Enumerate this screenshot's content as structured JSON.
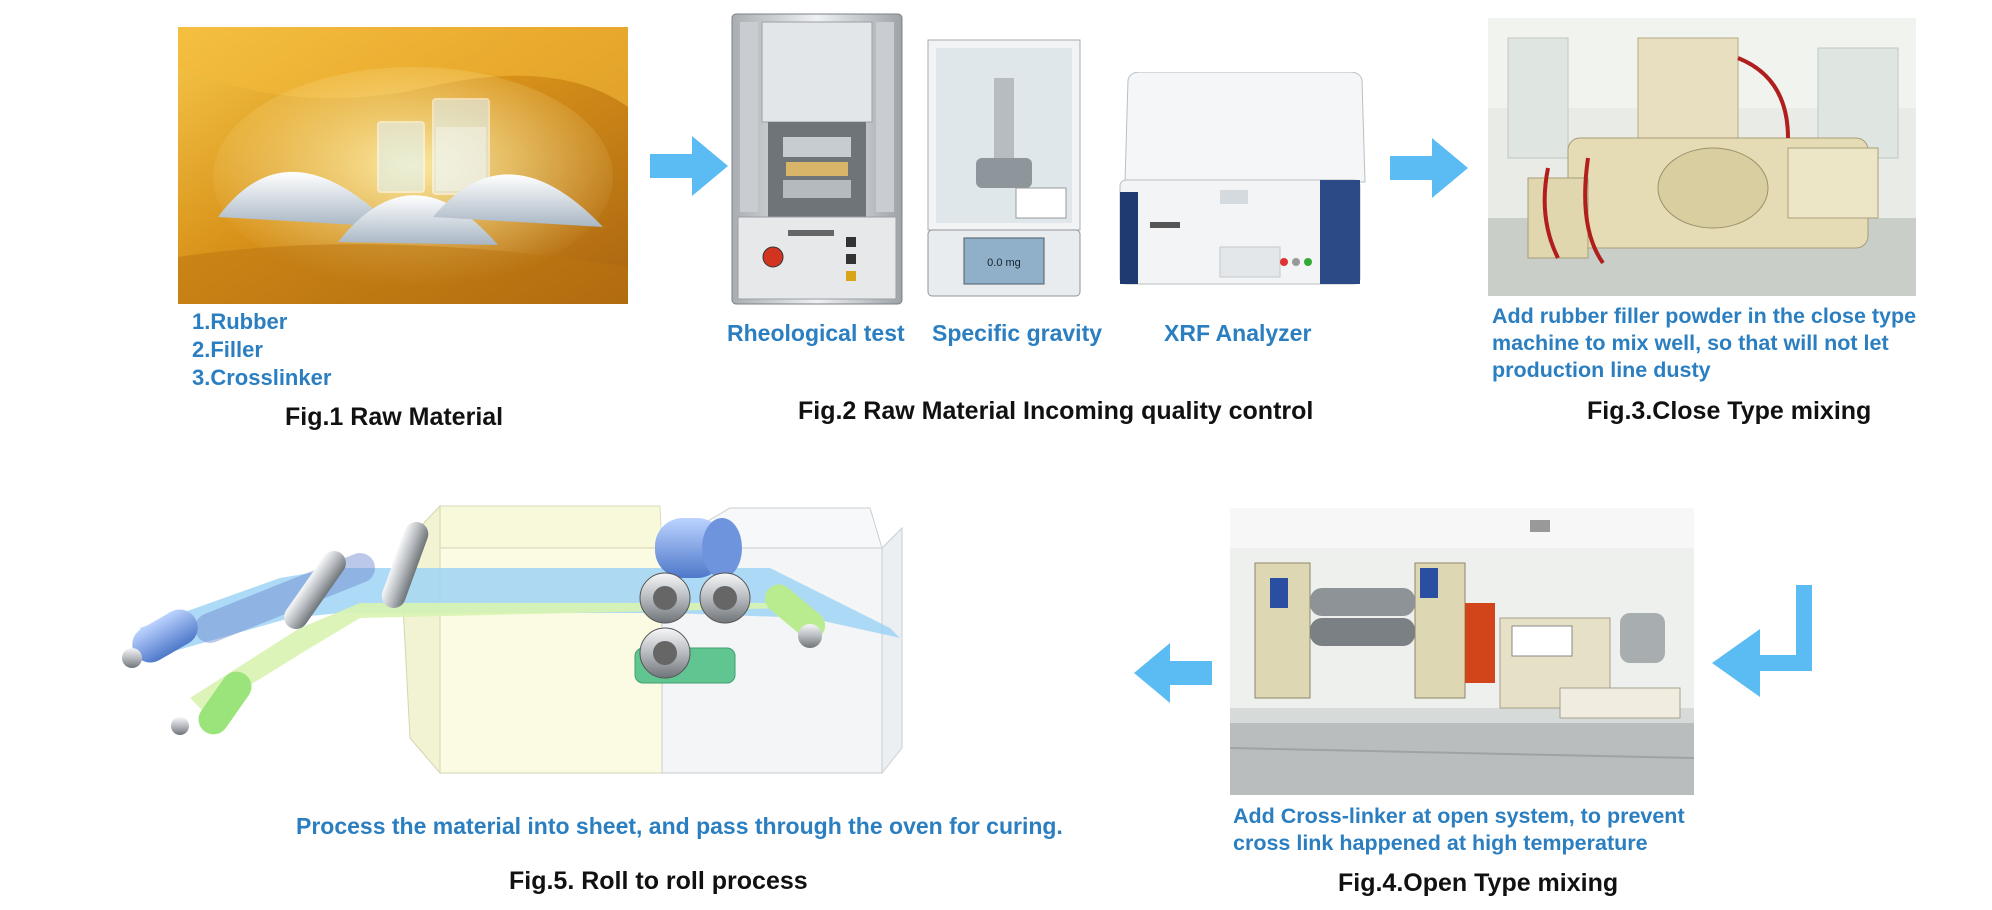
{
  "fig1": {
    "items": [
      "1.Rubber",
      "2.Filler",
      "3.Crosslinker"
    ],
    "caption": "Fig.1 Raw Material"
  },
  "fig2": {
    "labels": [
      "Rheological test",
      "Specific gravity",
      "XRF Analyzer"
    ],
    "caption": "Fig.2 Raw Material Incoming quality control",
    "balance_reading": "0.0 mg"
  },
  "fig3": {
    "description": "Add rubber filler powder in the close type machine to mix well, so that will not let production line dusty",
    "caption": "Fig.3.Close Type mixing"
  },
  "fig4": {
    "description": "Add Cross-linker at open system, to prevent cross link happened at  high temperature",
    "caption": "Fig.4.Open Type mixing"
  },
  "fig5": {
    "description": "Process the material into sheet, and pass through the oven for curing.",
    "caption": "Fig.5. Roll to roll process"
  },
  "colors": {
    "arrow": "#5bbcf3",
    "text_blue": "#2b7fc1",
    "caption": "#111111"
  }
}
